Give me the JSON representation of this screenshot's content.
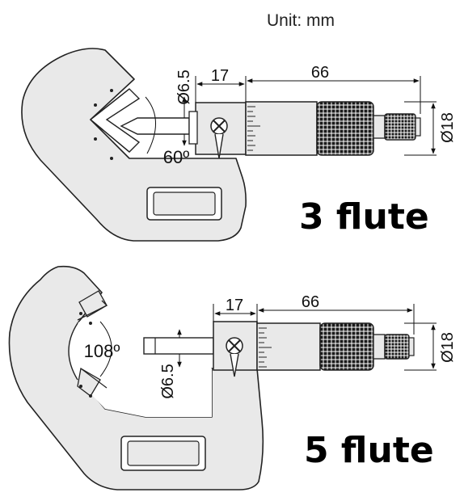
{
  "unit_label": "Unit: mm",
  "top_diagram": {
    "label": "3 flute",
    "dims": {
      "diameter_spindle": "Ø6.5",
      "length_a": "17",
      "length_b": "66",
      "diameter_thimble": "Ø18",
      "angle": "60º"
    }
  },
  "bottom_diagram": {
    "label": "5 flute",
    "dims": {
      "diameter_spindle": "Ø6.5",
      "length_a": "17",
      "length_b": "66",
      "diameter_thimble": "Ø18",
      "angle": "108º"
    }
  },
  "colors": {
    "frame_fill": "#e9e9e9",
    "outline": "#222222",
    "knurl": "#1a1a1a"
  }
}
